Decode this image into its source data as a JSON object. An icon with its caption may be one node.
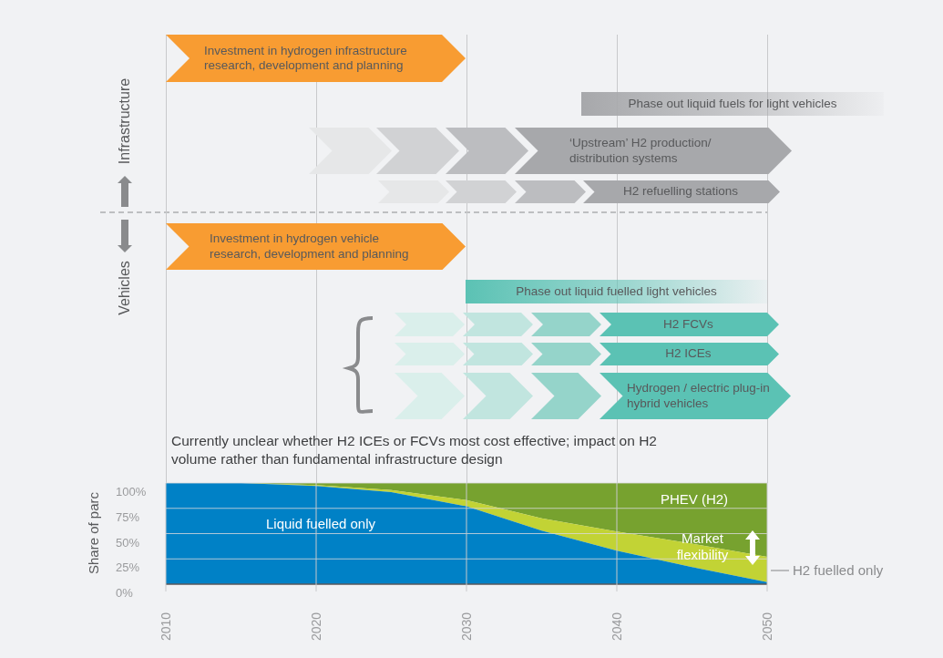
{
  "diagram": {
    "nodes": [
      {
        "text": [
          "Investment in hydrogen infrastructure research, development and planning"
        ]
      },
      {
        "text": [
          "Phase out liquid fuels for light vehicles"
        ]
      },
      {
        "text": [],
        "shape": "chevron"
      },
      {
        "text": [],
        "shape": "chevron"
      },
      {
        "text": [],
        "shape": "chevron"
      },
      {
        "text": [
          "‘Upstream’ H2 production/ distribution systems"
        ]
      },
      {
        "text": [],
        "shape": "chevron"
      },
      {
        "text": [],
        "shape": "chevron"
      },
      {
        "text": [],
        "shape": "chevron"
      },
      {
        "text": [
          "H2 refuelling stations"
        ]
      },
      {
        "text": [
          "Investment in hydrogen vehicle research, development and planning"
        ]
      },
      {
        "text": [
          "Phase out liquid fuelled light vehicles"
        ]
      },
      {
        "text": [],
        "shape": "chevron"
      },
      {
        "text": [],
        "shape": "chevron"
      },
      {
        "text": [],
        "shape": "chevron"
      },
      {
        "text": [
          "H2 FCVs"
        ]
      },
      {
        "text": [],
        "shape": "chevron"
      },
      {
        "text": [],
        "shape": "chevron"
      },
      {
        "text": [],
        "shape": "chevron"
      },
      {
        "text": [
          "H2 ICEs"
        ]
      },
      {
        "text": [],
        "shape": "chevron"
      },
      {
        "text": [],
        "shape": "chevron"
      },
      {
        "text": [],
        "shape": "chevron"
      },
      {
        "text": [
          "Hydrogen / electric plug-in hybrid vehicles"
        ]
      }
    ],
    "labels": [
      "Infrastructure",
      "Vehicles",
      "Currently unclear whether H2 ICEs or FCVs most cost effective; impact on H2 volume rather than fundamental infrastructure design"
    ],
    "chart_data": {
      "type": "area",
      "stacked": true,
      "ylabel": "Share of parc",
      "x": [
        2010,
        2015,
        2020,
        2025,
        2030,
        2035,
        2040,
        2045,
        2050
      ],
      "series": [
        {
          "name": "Liquid fuelled only",
          "color": "#0081c6",
          "values": [
            100,
            100,
            97,
            91,
            77,
            53,
            33,
            17,
            2
          ]
        },
        {
          "name": "H2 fuelled only",
          "color": "#c2d335",
          "values": [
            0,
            0,
            1,
            2,
            6,
            12,
            19,
            23,
            25
          ]
        },
        {
          "name": "PHEV (H2)",
          "color": "#77a22f",
          "values": [
            0,
            0,
            2,
            7,
            17,
            35,
            48,
            60,
            73
          ]
        }
      ],
      "xlim": [
        2010,
        2050
      ],
      "ylim": [
        0,
        100
      ],
      "xticks": [
        2010,
        2020,
        2030,
        2040,
        2050
      ],
      "yticks": [
        {
          "value": 0,
          "label": "0%"
        },
        {
          "value": 25,
          "label": "25%"
        },
        {
          "value": 50,
          "label": "50%"
        },
        {
          "value": 75,
          "label": "75%"
        },
        {
          "value": 100,
          "label": "100%"
        }
      ],
      "annotations": [
        "Market flexibility"
      ],
      "grid": true
    }
  }
}
